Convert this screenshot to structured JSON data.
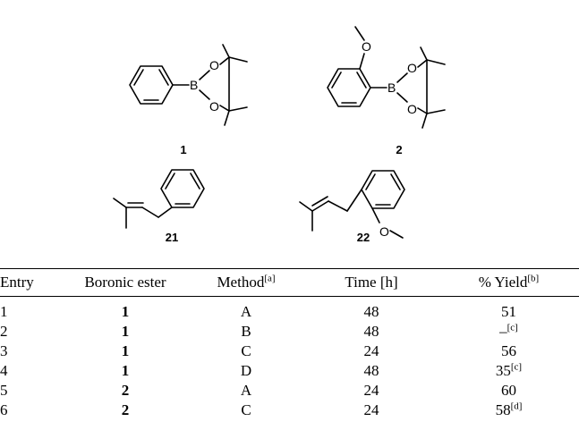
{
  "scheme": {
    "atoms": {
      "oxygen": "O",
      "boron": "B"
    },
    "compounds": [
      {
        "label": "1"
      },
      {
        "label": "2"
      },
      {
        "label": "21"
      },
      {
        "label": "22"
      }
    ]
  },
  "table": {
    "headers": {
      "entry": "Entry",
      "ester": "Boronic ester",
      "method": "Method",
      "method_note": "[a]",
      "time": "Time [h]",
      "yield": "% Yield",
      "yield_note": "[b]"
    },
    "rows": [
      {
        "entry": "1",
        "ester": "1",
        "method": "A",
        "time": "48",
        "yield": "51",
        "note": ""
      },
      {
        "entry": "2",
        "ester": "1",
        "method": "B",
        "time": "48",
        "yield": "–",
        "note": "[c]"
      },
      {
        "entry": "3",
        "ester": "1",
        "method": "C",
        "time": "24",
        "yield": "56",
        "note": ""
      },
      {
        "entry": "4",
        "ester": "1",
        "method": "D",
        "time": "48",
        "yield": "35",
        "note": "[c]"
      },
      {
        "entry": "5",
        "ester": "2",
        "method": "A",
        "time": "24",
        "yield": "60",
        "note": ""
      },
      {
        "entry": "6",
        "ester": "2",
        "method": "C",
        "time": "24",
        "yield": "58",
        "note": "[d]"
      }
    ]
  }
}
